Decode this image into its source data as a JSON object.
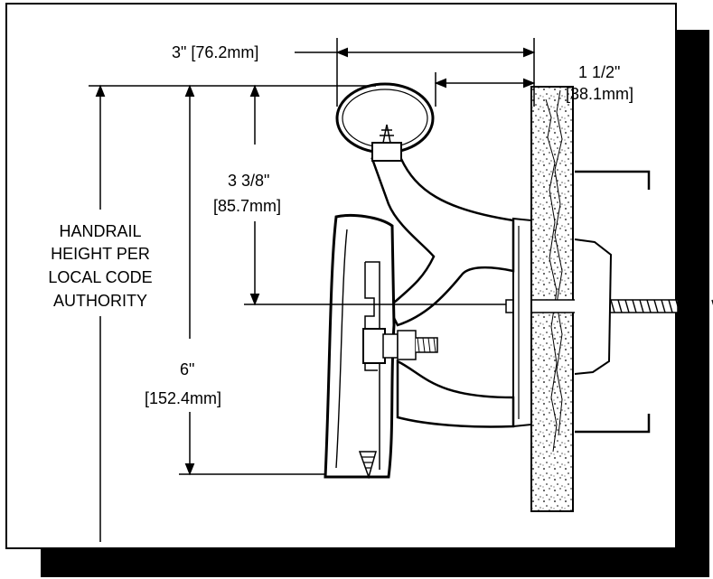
{
  "dimensions": {
    "width_label": "3\" [76.2mm]",
    "clearance_label_line1": "1 1/2\"",
    "clearance_label_line2": "[38.1mm]",
    "rail_height_label_line1": "3 3/8\"",
    "rail_height_label_line2": "[85.7mm]",
    "total_height_label_line1": "6\"",
    "total_height_label_line2": "[152.4mm]"
  },
  "handrail_note": {
    "line1": "HANDRAIL",
    "line2": "HEIGHT PER",
    "line3": "LOCAL CODE",
    "line4": "AUTHORITY"
  },
  "colors": {
    "frame_shadow": "#000000",
    "background": "#ffffff",
    "line": "#000000",
    "bracket_fill": "#ffffff"
  },
  "icons": [
    "handrail-profile",
    "bracket-arm",
    "wall-section",
    "mounting-bolt"
  ]
}
